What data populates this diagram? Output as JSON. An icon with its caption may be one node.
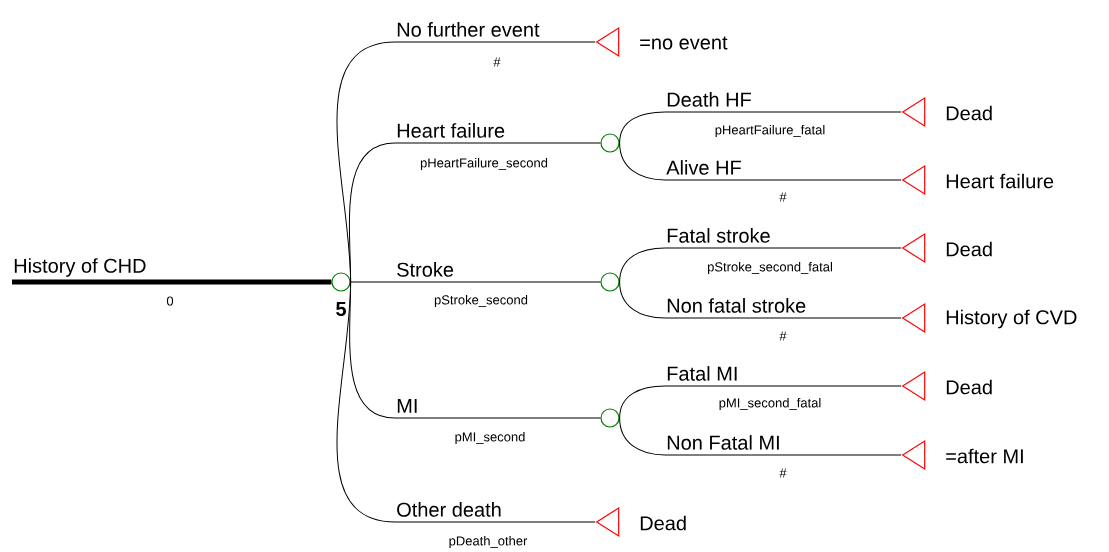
{
  "diagram": {
    "nodes": [
      {
        "text": [],
        "shape": "circle",
        "beside": [
          "5"
        ]
      },
      {
        "text": [],
        "shape": "triangle",
        "beside": [
          "=no event"
        ]
      },
      {
        "text": [],
        "shape": "circle"
      },
      {
        "text": [],
        "shape": "triangle",
        "beside": [
          "Dead"
        ]
      },
      {
        "text": [],
        "shape": "triangle",
        "beside": [
          "Heart failure"
        ]
      },
      {
        "text": [],
        "shape": "circle"
      },
      {
        "text": [],
        "shape": "triangle",
        "beside": [
          "Dead"
        ]
      },
      {
        "text": [],
        "shape": "triangle",
        "beside": [
          "History of CVD"
        ]
      },
      {
        "text": [],
        "shape": "circle"
      },
      {
        "text": [],
        "shape": "triangle",
        "beside": [
          "Dead"
        ]
      },
      {
        "text": [],
        "shape": "triangle",
        "beside": [
          "=after MI"
        ]
      },
      {
        "text": [],
        "shape": "triangle",
        "beside": [
          "Dead"
        ]
      }
    ],
    "edges": [
      {
        "from": null,
        "to": 0,
        "arrow": "none",
        "label": "History of CHD",
        "style": "thick"
      },
      {
        "from": 0,
        "to": 1,
        "arrow": "none",
        "label": "No further event"
      },
      {
        "from": 0,
        "to": 2,
        "arrow": "none",
        "label": "Heart failure"
      },
      {
        "from": 2,
        "to": 3,
        "arrow": "none",
        "label": "Death HF"
      },
      {
        "from": 2,
        "to": 4,
        "arrow": "none",
        "label": "Alive HF"
      },
      {
        "from": 0,
        "to": 5,
        "arrow": "none",
        "label": "Stroke"
      },
      {
        "from": 5,
        "to": 6,
        "arrow": "none",
        "label": "Fatal stroke"
      },
      {
        "from": 5,
        "to": 7,
        "arrow": "none",
        "label": "Non fatal stroke"
      },
      {
        "from": 0,
        "to": 8,
        "arrow": "none",
        "label": "MI"
      },
      {
        "from": 8,
        "to": 9,
        "arrow": "none",
        "label": "Fatal MI"
      },
      {
        "from": 8,
        "to": 10,
        "arrow": "none",
        "label": "Non Fatal MI"
      },
      {
        "from": 0,
        "to": 11,
        "arrow": "none",
        "label": "Other death"
      }
    ],
    "labels": [
      "#",
      "pHeartFailure_fatal",
      "pHeartFailure_second",
      "#",
      "pStroke_second_fatal",
      "0",
      "pStroke_second",
      "#",
      "pMI_second_fatal",
      "pMI_second",
      "#",
      "pDeath_other"
    ]
  }
}
